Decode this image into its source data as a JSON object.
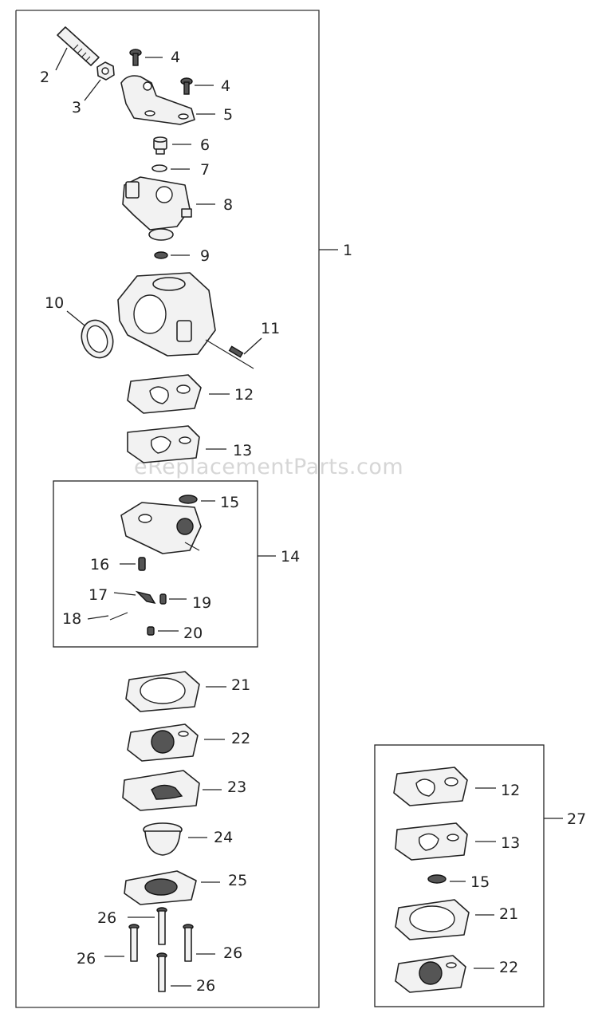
{
  "watermark": "eReplacementParts.com",
  "callouts": {
    "c1": "1",
    "c2": "2",
    "c3": "3",
    "c4a": "4",
    "c4b": "4",
    "c5": "5",
    "c6": "6",
    "c7": "7",
    "c8": "8",
    "c9": "9",
    "c10": "10",
    "c11": "11",
    "c12": "12",
    "c13": "13",
    "c14": "14",
    "c15": "15",
    "c16": "16",
    "c17": "17",
    "c18": "18",
    "c19": "19",
    "c20": "20",
    "c21": "21",
    "c22": "22",
    "c23": "23",
    "c24": "24",
    "c25": "25",
    "c26a": "26",
    "c26b": "26",
    "c26c": "26",
    "c26d": "26",
    "c27": "27",
    "k12": "12",
    "k13": "13",
    "k15": "15",
    "k21": "21",
    "k22": "22"
  }
}
